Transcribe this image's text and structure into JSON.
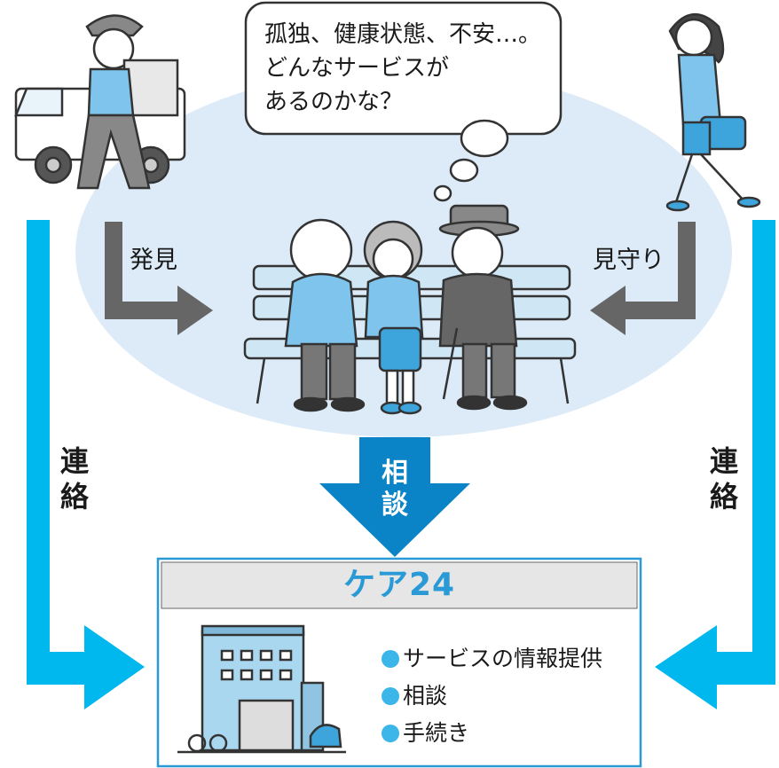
{
  "speech_bubble": {
    "lines": [
      "孤独、健康状態、不安…。",
      "どんなサービスが",
      "あるのかな？"
    ]
  },
  "arrows": {
    "discover": "発見",
    "watch": "見守り",
    "consult": [
      "相",
      "談"
    ],
    "contact_left": [
      "連",
      "絡"
    ],
    "contact_right": [
      "連",
      "絡"
    ]
  },
  "center": {
    "title": "ケア24",
    "services": [
      "サービスの情報提供",
      "相談",
      "手続き"
    ]
  },
  "colors": {
    "cyan_arrow": "#00b7ee",
    "blue_arrow": "#0a84c6",
    "gray_arrow": "#666666",
    "ellipse": "#dcebf7",
    "title_bg": "#e6e6e6",
    "title_text": "#2a9ad6",
    "bullet": "#3cb6e8"
  }
}
